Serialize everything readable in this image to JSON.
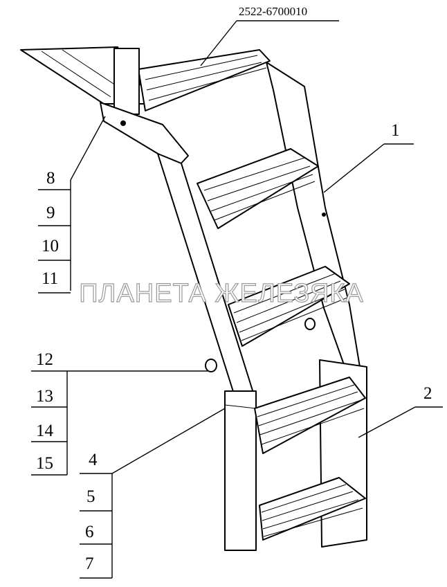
{
  "assembly_code": "2522-6700010",
  "watermark": "ПЛАНЕТА ЖЕЛЕЗЯКА",
  "callouts": {
    "c1": "1",
    "c2": "2",
    "c4": "4",
    "c5": "5",
    "c6": "6",
    "c7": "7",
    "c8": "8",
    "c9": "9",
    "c10": "10",
    "c11": "11",
    "c12": "12",
    "c13": "13",
    "c14": "14",
    "c15": "15"
  },
  "colors": {
    "line": "#000000",
    "watermark_outline": "#9a9a9a",
    "background": "#ffffff"
  }
}
